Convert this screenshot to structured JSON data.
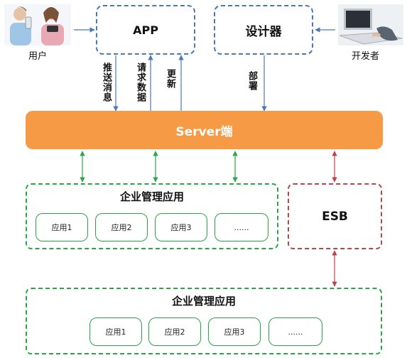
{
  "top": {
    "app_label": "APP",
    "designer_label": "设计器",
    "user_caption": "用户",
    "developer_caption": "开发者"
  },
  "arrows": {
    "push": "推送消息",
    "request": "请求数据",
    "update": "更新",
    "deploy": "部署"
  },
  "server": {
    "label": "Server端"
  },
  "mid_group": {
    "title": "企业管理应用",
    "apps": [
      "应用1",
      "应用2",
      "应用3",
      "......"
    ]
  },
  "esb": {
    "label": "ESB"
  },
  "bottom_group": {
    "title": "企业管理应用",
    "apps": [
      "应用1",
      "应用2",
      "应用3",
      "......"
    ]
  },
  "colors": {
    "server": "#f79a45",
    "blue_border": "#4a78b8",
    "green": "#27a844",
    "red": "#b8454a"
  }
}
